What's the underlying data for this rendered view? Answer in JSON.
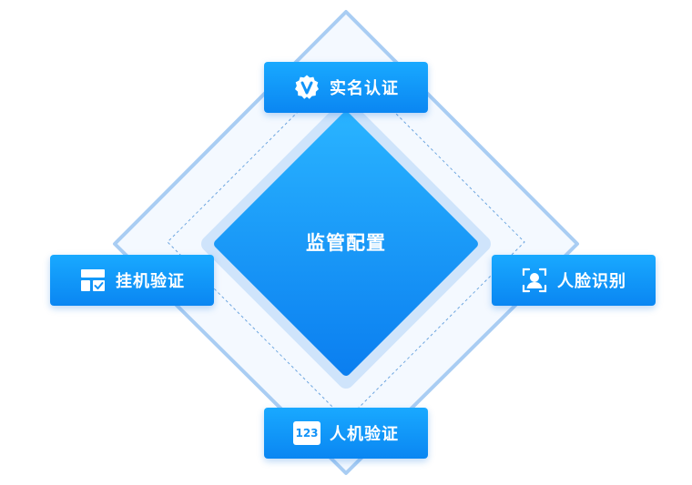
{
  "center": {
    "title": "监管配置"
  },
  "items": {
    "top": {
      "label": "实名认证",
      "icon": "verified-badge-icon"
    },
    "left": {
      "label": "挂机验证",
      "icon": "layout-check-icon"
    },
    "right": {
      "label": "人脸识别",
      "icon": "face-scan-icon"
    },
    "bottom": {
      "label": "人机验证",
      "icon": "captcha-123-icon",
      "icon_text": "123"
    }
  },
  "colors": {
    "outer_border": "#a9cdf3",
    "outer_fill": "#f4f9ff",
    "dashed": "#6fa7e0",
    "halo": "#cfe4fb",
    "center_top": "#29b3ff",
    "center_bottom": "#0b7ff0",
    "tag_top": "#19a9ff",
    "tag_bottom": "#0a86f2"
  }
}
